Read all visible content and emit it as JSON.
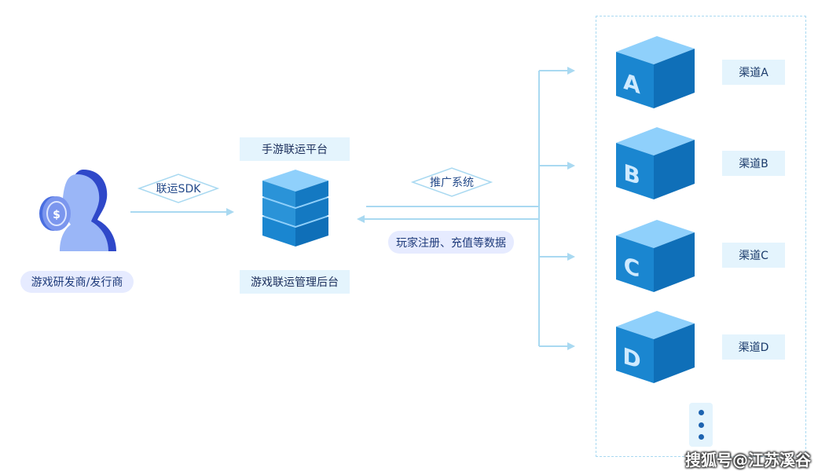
{
  "developer": {
    "label": "游戏研发商/发行商"
  },
  "sdk": {
    "label": "联运SDK"
  },
  "platform": {
    "top_label": "手游联运平台",
    "bottom_label": "游戏联运管理后台"
  },
  "promotion": {
    "label": "推广系统"
  },
  "player_data": {
    "label": "玩家注册、充值等数据"
  },
  "channels": [
    {
      "letter": "A",
      "label": "渠道A"
    },
    {
      "letter": "B",
      "label": "渠道B"
    },
    {
      "letter": "C",
      "label": "渠道C"
    },
    {
      "letter": "D",
      "label": "渠道D"
    }
  ],
  "more_indicator": "more-dots-icon",
  "watermark": "搜狐号@江苏溪谷",
  "colors": {
    "arrow": "#a9d9f1",
    "cube_front": "#1a86d0",
    "cube_top": "#8fd0fb",
    "cube_side": "#0f6fb8",
    "label_bg": "#e4f4fd",
    "pill_bg": "#e6ebff"
  }
}
